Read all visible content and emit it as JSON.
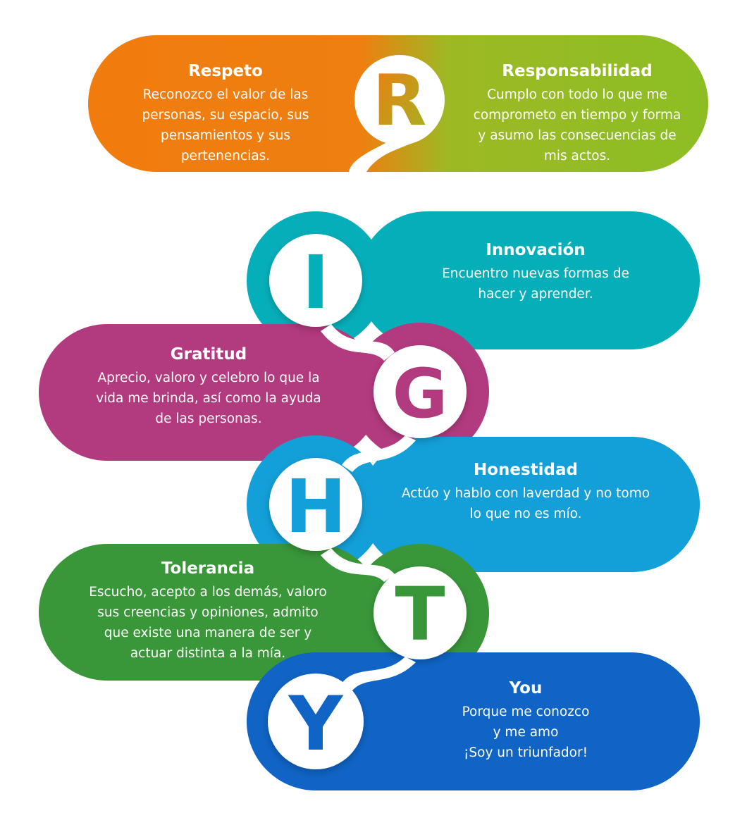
{
  "letters": {
    "r": "R",
    "i": "I",
    "g": "G",
    "h": "H",
    "t": "T",
    "y": "Y"
  },
  "colors": {
    "orange": "#F07C0E",
    "lime": "#8CBE24",
    "teal": "#05AFBA",
    "magenta": "#B23A7E",
    "sky": "#139FD8",
    "green": "#399639",
    "blue": "#0F64C5",
    "letter_r": "#D98A1C"
  },
  "values": {
    "respeto": {
      "title": "Respeto",
      "desc": "Reconozco el valor de las\npersonas, su espacio, sus\npensamientos y sus\npertenencias."
    },
    "responsabilidad": {
      "title": "Responsabilidad",
      "desc": "Cumplo con todo lo que me\ncomprometo en tiempo y forma\ny asumo las consecuencias de\nmis actos."
    },
    "innovacion": {
      "title": "Innovación",
      "desc": "Encuentro nuevas formas de\nhacer y aprender."
    },
    "gratitud": {
      "title": "Gratitud",
      "desc": "Aprecio, valoro y celebro lo que la\nvida me brinda, así como la ayuda\nde las personas."
    },
    "honestidad": {
      "title": "Honestidad",
      "desc": "Actúo y hablo con laverdad y no tomo\nlo que no es mío."
    },
    "tolerancia": {
      "title": "Tolerancia",
      "desc": "Escucho, acepto a los demás, valoro\nsus creencias y opiniones, admito\nque existe una manera de ser y\nactuar distinta a la mía."
    },
    "you": {
      "title": "You",
      "desc": "Porque me conozco\ny me amo\n¡Soy un triunfador!"
    }
  }
}
